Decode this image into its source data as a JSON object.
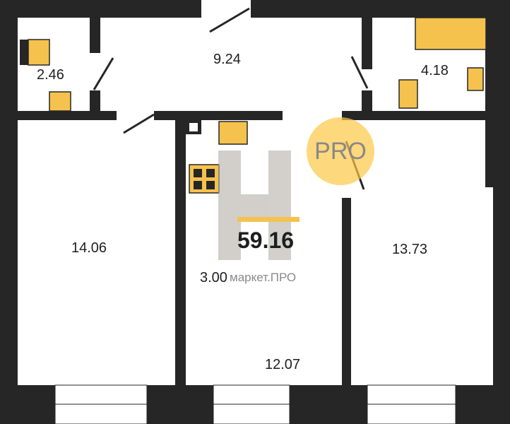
{
  "plan": {
    "total_area": "59.16",
    "watermark_text": "маркет.ПРО",
    "badge_text": "PRO",
    "rooms": [
      {
        "name": "wc",
        "area": "2.46"
      },
      {
        "name": "hall",
        "area": "9.24"
      },
      {
        "name": "bathroom",
        "area": "4.18"
      },
      {
        "name": "bedroom-left",
        "area": "14.06"
      },
      {
        "name": "loggia-note",
        "area": "3.00"
      },
      {
        "name": "kitchen",
        "area": "12.07"
      },
      {
        "name": "bedroom-right",
        "area": "13.73"
      }
    ]
  },
  "colors": {
    "wall": "#262626",
    "fixture": "#f5c24d",
    "accent": "#fcc846"
  }
}
